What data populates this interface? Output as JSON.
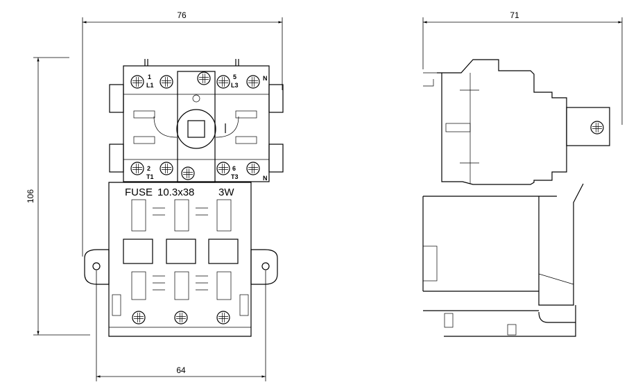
{
  "dimensions": {
    "front_width": "76",
    "side_depth": "71",
    "height": "106",
    "mount_spacing": "64"
  },
  "front_view": {
    "terminals_top": [
      {
        "num": "1",
        "name": "L1"
      },
      {
        "num": "5",
        "name": "L3"
      },
      {
        "num": "",
        "name": "N"
      }
    ],
    "terminals_bottom": [
      {
        "num": "2",
        "name": "T1"
      },
      {
        "num": "6",
        "name": "T3"
      },
      {
        "num": "",
        "name": "N"
      }
    ],
    "switch_position": "I",
    "fuse_label": "FUSE",
    "fuse_size": "10.3x38",
    "fuse_type": "3W"
  }
}
